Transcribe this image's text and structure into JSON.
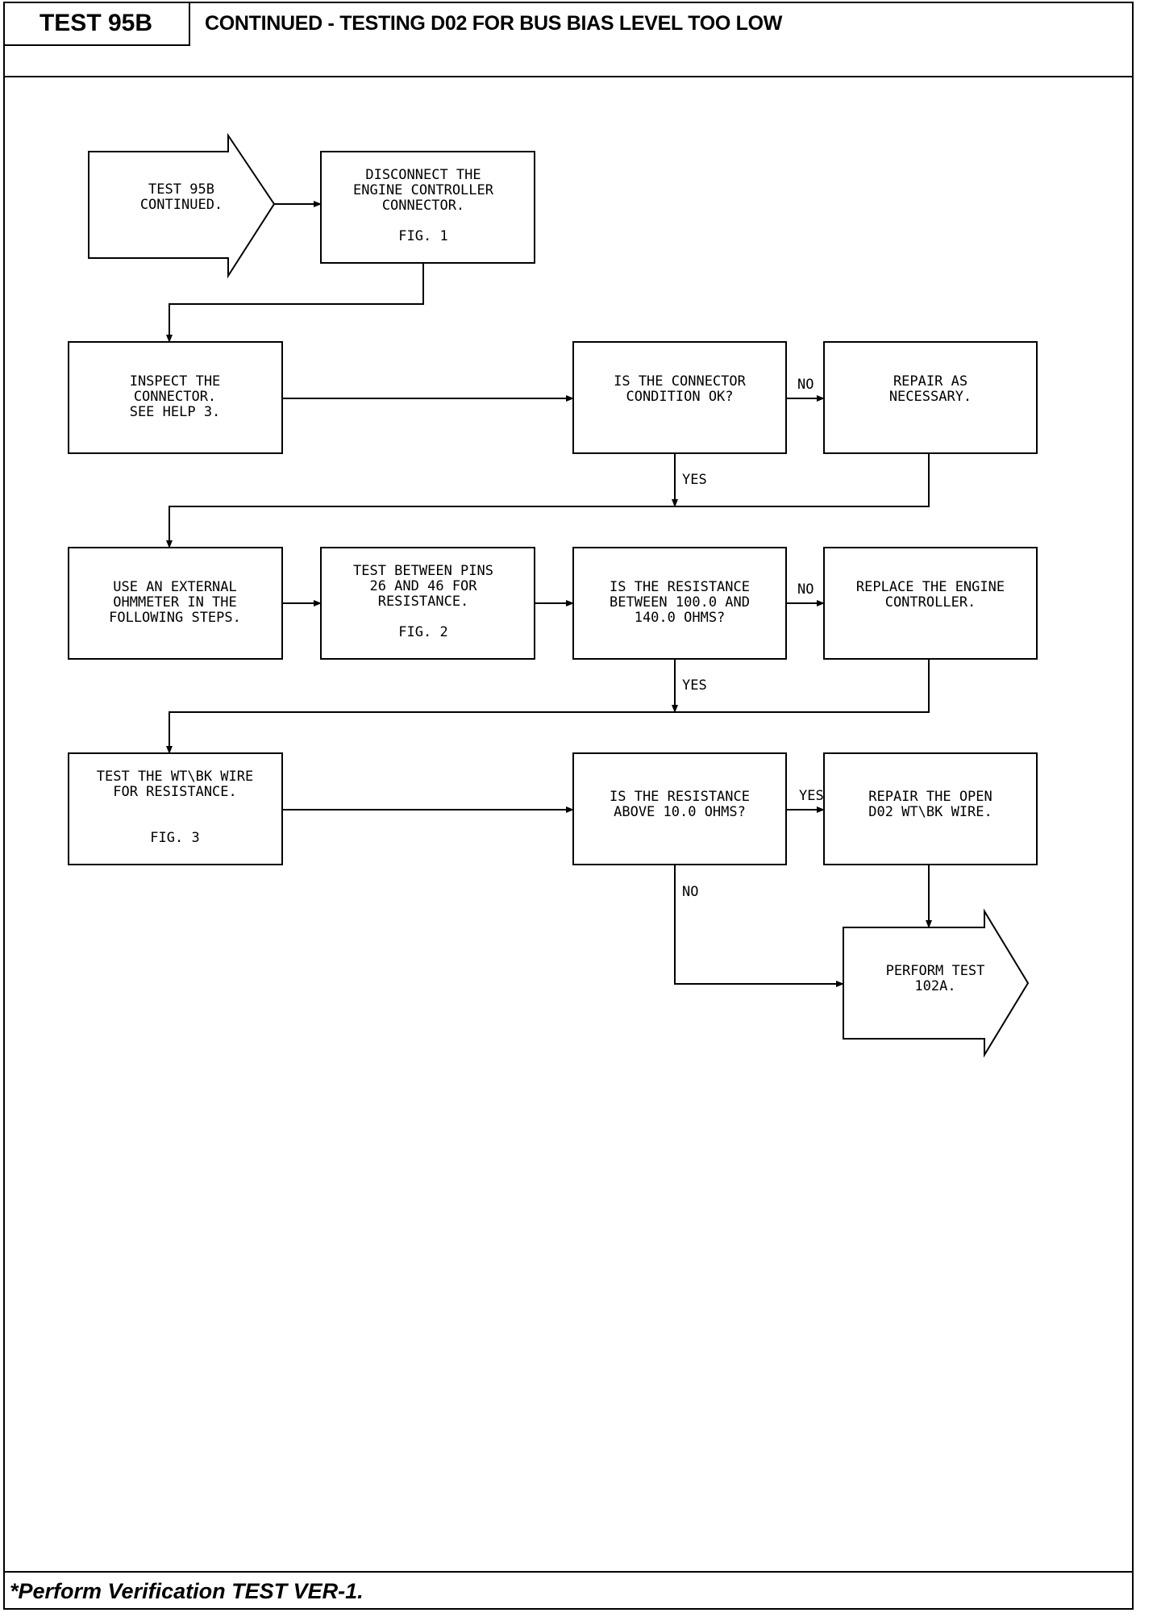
{
  "header": {
    "test_id": "TEST 95B",
    "title": "CONTINUED - TESTING D02 FOR BUS BIAS LEVEL TOO LOW"
  },
  "footer": {
    "note": "*Perform Verification TEST VER-1."
  },
  "nodes": {
    "start": [
      "TEST 95B",
      "CONTINUED."
    ],
    "disconnect": [
      "DISCONNECT THE",
      "ENGINE CONTROLLER",
      "CONNECTOR.",
      "",
      "FIG. 1"
    ],
    "inspect": [
      "INSPECT THE",
      "CONNECTOR.",
      "SEE HELP 3."
    ],
    "connector_ok": [
      "IS THE CONNECTOR",
      "CONDITION OK?"
    ],
    "repair": [
      "REPAIR AS",
      "NECESSARY."
    ],
    "ohmmeter": [
      "USE AN EXTERNAL",
      "OHMMETER IN THE",
      "FOLLOWING STEPS."
    ],
    "test_pins": [
      "TEST BETWEEN PINS",
      "26 AND 46 FOR",
      "RESISTANCE.",
      "",
      "FIG. 2"
    ],
    "resistance_range": [
      "IS THE RESISTANCE",
      "BETWEEN 100.0 AND",
      "140.0 OHMS?"
    ],
    "replace_controller": [
      "REPLACE THE ENGINE",
      "CONTROLLER."
    ],
    "test_wire": [
      "TEST THE WT\\BK WIRE",
      "FOR RESISTANCE.",
      "",
      "",
      "FIG. 3"
    ],
    "resistance_above": [
      "IS THE RESISTANCE",
      "ABOVE 10.0 OHMS?"
    ],
    "repair_open": [
      "REPAIR THE OPEN",
      "D02 WT\\BK WIRE."
    ],
    "perform_test": [
      "PERFORM TEST",
      "102A."
    ]
  },
  "edge_labels": {
    "connector_ok_no": "NO",
    "connector_ok_yes": "YES",
    "range_no": "NO",
    "range_yes": "YES",
    "above_yes": "YES",
    "above_no": "NO"
  }
}
